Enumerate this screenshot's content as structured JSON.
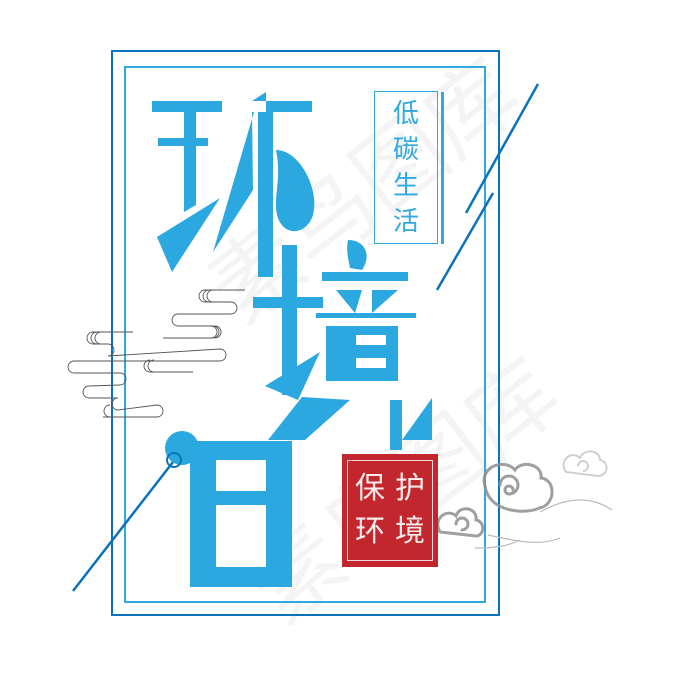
{
  "poster": {
    "title_chars": [
      "环",
      "境",
      "日"
    ],
    "tagline_chars": [
      "低",
      "碳",
      "生",
      "活"
    ],
    "seal_chars": [
      "保",
      "护",
      "环",
      "境"
    ],
    "watermark": "素鸟图库"
  },
  "colors": {
    "primary_blue": "#2fa9df",
    "dark_blue": "#0b73bb",
    "seal_red": "#c1272d",
    "cloud_gray": "#8a8a8a",
    "background": "#ffffff"
  }
}
